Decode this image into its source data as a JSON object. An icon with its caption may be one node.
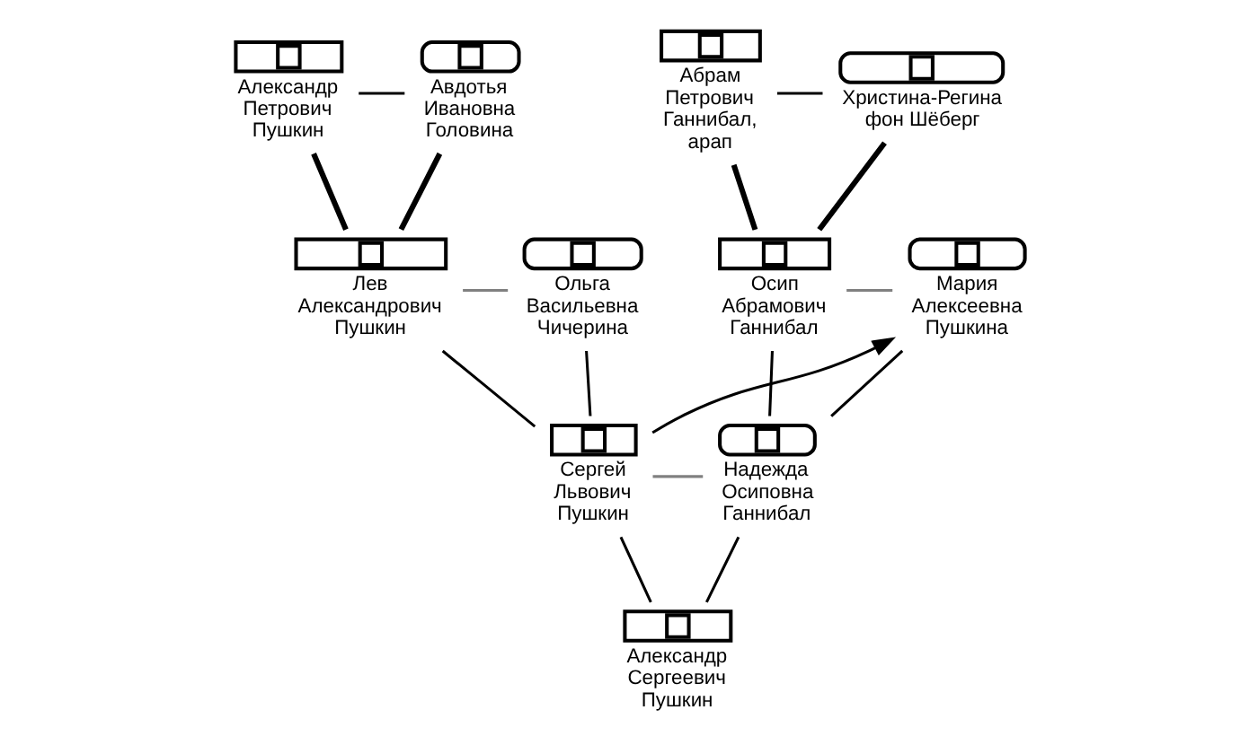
{
  "diagram": {
    "nodes": [
      {
        "text": [
          "Александр Петрович Пушкин"
        ]
      },
      {
        "text": [
          "Авдотья Ивановна Головина"
        ]
      },
      {
        "text": [
          "Абрам Петрович Ганнибал, арап"
        ]
      },
      {
        "text": [
          "Христина-Регина фон Шёберг"
        ]
      },
      {
        "text": [
          "Лев Александрович Пушкин"
        ]
      },
      {
        "text": [
          "Ольга Васильевна Чичерина"
        ]
      },
      {
        "text": [
          "Осип Абрамович Ганнибал"
        ]
      },
      {
        "text": [
          "Мария Алексеевна Пушкина"
        ]
      },
      {
        "text": [
          "Сергей Львович Пушкин"
        ]
      },
      {
        "text": [
          "Надежда Осиповна Ганнибал"
        ]
      },
      {
        "text": [
          "Александр Сергеевич Пушкин"
        ]
      }
    ],
    "edges": [
      {
        "from": 0,
        "to": 1,
        "arrow": "none"
      },
      {
        "from": 0,
        "to": 4,
        "arrow": "none",
        "style": "thick"
      },
      {
        "from": 1,
        "to": 4,
        "arrow": "none",
        "style": "thick"
      },
      {
        "from": 2,
        "to": 3,
        "arrow": "none"
      },
      {
        "from": 2,
        "to": 6,
        "arrow": "none",
        "style": "thick"
      },
      {
        "from": 3,
        "to": 6,
        "arrow": "none",
        "style": "thick"
      },
      {
        "from": 4,
        "to": 5,
        "arrow": "none",
        "color": "#808080"
      },
      {
        "from": 4,
        "to": 8,
        "arrow": "none"
      },
      {
        "from": 5,
        "to": 8,
        "arrow": "none"
      },
      {
        "from": 6,
        "to": 7,
        "arrow": "none",
        "color": "#808080"
      },
      {
        "from": 6,
        "to": 9,
        "arrow": "none"
      },
      {
        "from": 7,
        "to": 9,
        "arrow": "none"
      },
      {
        "from": 8,
        "to": 7,
        "arrow": "to"
      },
      {
        "from": 8,
        "to": 9,
        "arrow": "none",
        "color": "#808080"
      },
      {
        "from": 8,
        "to": 10,
        "arrow": "none"
      },
      {
        "from": 9,
        "to": 10,
        "arrow": "none"
      }
    ]
  }
}
